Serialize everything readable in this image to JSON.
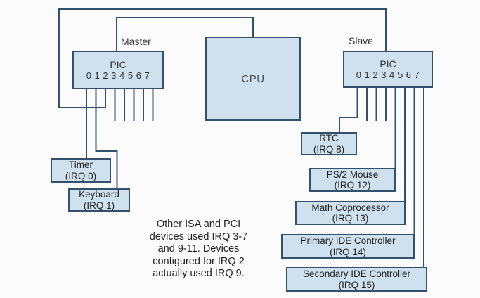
{
  "colors": {
    "box_fill": "#cfe0ee",
    "box_border": "#34506c",
    "background": "#fbfbfb",
    "text": "#222222"
  },
  "diagram": {
    "master": {
      "label": "Master",
      "title": "PIC",
      "pins": "0 1 2 3 4 5 6 7"
    },
    "slave": {
      "label": "Slave",
      "title": "PIC",
      "pins": "0 1 2 3 4 5 6 7"
    },
    "cpu": {
      "title": "CPU"
    },
    "devices": [
      {
        "name": "Timer",
        "irq": "(IRQ 0)"
      },
      {
        "name": "Keyboard",
        "irq": "(IRQ 1)"
      },
      {
        "name": "RTC",
        "irq": "(IRQ 8)"
      },
      {
        "name": "PS/2 Mouse",
        "irq": "(IRQ 12)"
      },
      {
        "name": "Math Coprocessor",
        "irq": "(IRQ 13)"
      },
      {
        "name": "Primary IDE Controller",
        "irq": "(IRQ 14)"
      },
      {
        "name": "Secondary IDE Controller",
        "irq": "(IRQ 15)"
      }
    ],
    "note": "Other ISA and PCI\ndevices used IRQ 3-7\nand 9-11. Devices\nconfigured for IRQ 2\nactually used IRQ 9."
  }
}
